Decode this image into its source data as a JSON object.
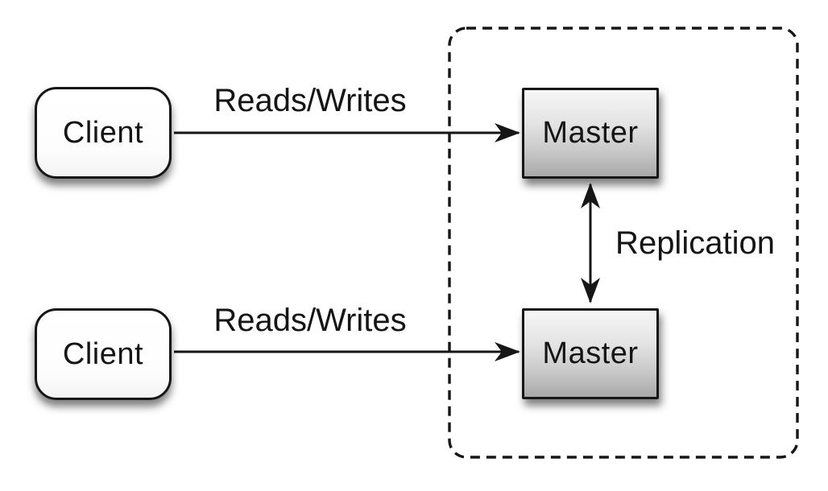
{
  "diagram_type": "replication-architecture",
  "nodes": {
    "client1": {
      "label": "Client"
    },
    "client2": {
      "label": "Client"
    },
    "master1": {
      "label": "Master"
    },
    "master2": {
      "label": "Master"
    }
  },
  "edges": {
    "reads_writes_top": {
      "label": "Reads/Writes",
      "from": "client1",
      "to": "master1",
      "direction": "one-way"
    },
    "reads_writes_bottom": {
      "label": "Reads/Writes",
      "from": "client2",
      "to": "master2",
      "direction": "one-way"
    },
    "replication": {
      "label": "Replication",
      "from": "master1",
      "to": "master2",
      "direction": "two-way"
    }
  },
  "groups": {
    "master_boundary": {
      "style": "dashed",
      "contains": [
        "master1",
        "master2"
      ]
    }
  },
  "colors": {
    "background": "#ffffff",
    "line": "#161616",
    "text": "#151515",
    "client_fill": "#ffffff",
    "master_fill_top": "#f6f6f6",
    "master_fill_bottom": "#a8a8a8"
  }
}
